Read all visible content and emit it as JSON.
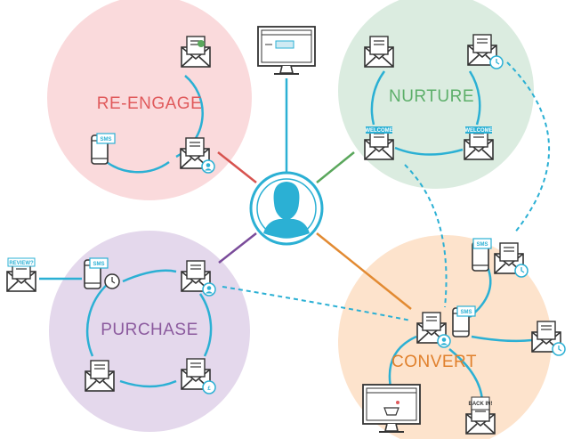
{
  "colors": {
    "teal": "#2bb0d4",
    "dark": "#333333",
    "reengage_fill": "#fadadc",
    "reengage_text": "#e05a5c",
    "nurture_fill": "#dbece0",
    "nurture_text": "#5daf6a",
    "purchase_fill": "#e4d8ec",
    "purchase_text": "#8b5a9e",
    "convert_fill": "#fde3cc",
    "convert_text": "#e0802c",
    "reengage_line": "#d7534f",
    "nurture_line": "#5aa75c",
    "purchase_line": "#7a4b9a",
    "convert_line": "#e28a32"
  },
  "stages": {
    "reengage": "RE-ENGAGE",
    "nurture": "NURTURE",
    "purchase": "PURCHASE",
    "convert": "CONVERT"
  },
  "tags": {
    "sms": "SMS",
    "welcome": "WELCOME",
    "review": "REVIEW?",
    "back_in": "BACK IN!"
  },
  "icons": {
    "center": "user-avatar-icon",
    "top": "desktop-monitor-icon",
    "email": "envelope-icon",
    "phone": "mobile-phone-icon",
    "clock": "clock-icon",
    "alarm": "alarm-clock-icon",
    "cart": "shopping-basket-icon"
  }
}
